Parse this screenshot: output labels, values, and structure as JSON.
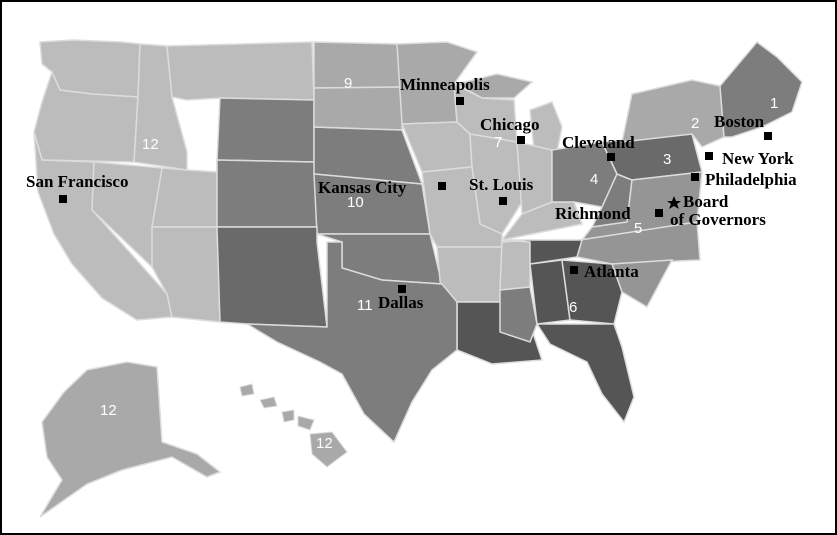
{
  "map": {
    "fill_colors": {
      "light": "#bcbcbc",
      "mid_light": "#a9a9a9",
      "mid": "#959595",
      "dark": "#7d7d7d",
      "darker": "#6a6a6a",
      "darkest": "#555555",
      "border": "#dcdcdc"
    },
    "district_numbers": [
      "1",
      "2",
      "3",
      "4",
      "5",
      "6",
      "7",
      "9",
      "10",
      "11",
      "12",
      "12",
      "12"
    ],
    "cities": {
      "minneapolis": "Minneapolis",
      "boston": "Boston",
      "chicago": "Chicago",
      "cleveland": "Cleveland",
      "new_york": "New York",
      "philadelphia": "Philadelphia",
      "san_francisco": "San Francisco",
      "kansas_city": "Kansas City",
      "st_louis": "St. Louis",
      "board_line1": "Board",
      "board_line2": "of Governors",
      "richmond": "Richmond",
      "atlanta": "Atlanta",
      "dallas": "Dallas"
    }
  }
}
